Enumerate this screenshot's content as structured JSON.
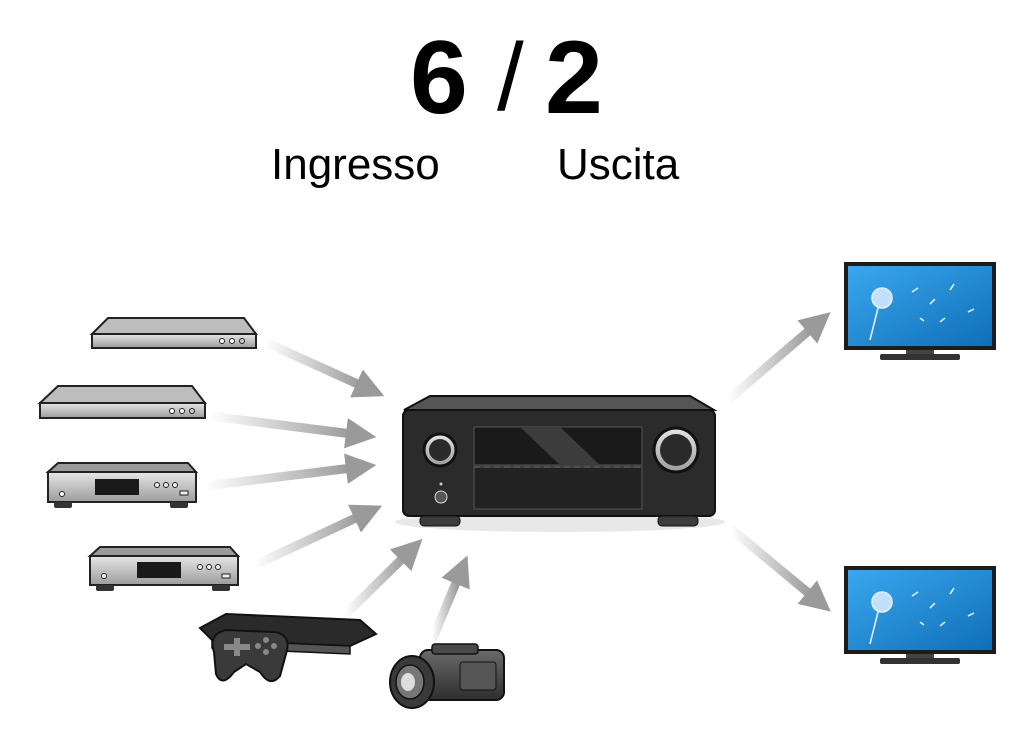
{
  "header": {
    "input_count": "6",
    "separator": "/",
    "output_count": "2",
    "input_label": "Ingresso",
    "output_label": "Uscita"
  },
  "devices": {
    "sources": [
      "blu-ray-player-icon",
      "dvd-player-icon",
      "cd-player-icon",
      "media-player-icon",
      "game-console-icon",
      "camcorder-icon"
    ],
    "hub": "av-receiver-icon",
    "displays": [
      "tv-monitor-icon",
      "tv-monitor-icon"
    ]
  },
  "colors": {
    "arrow": "#9a9a9a",
    "device_dark": "#3a3a3a",
    "screen_blue": "#1f8ad6",
    "receiver_body": "#2b2b2b"
  }
}
